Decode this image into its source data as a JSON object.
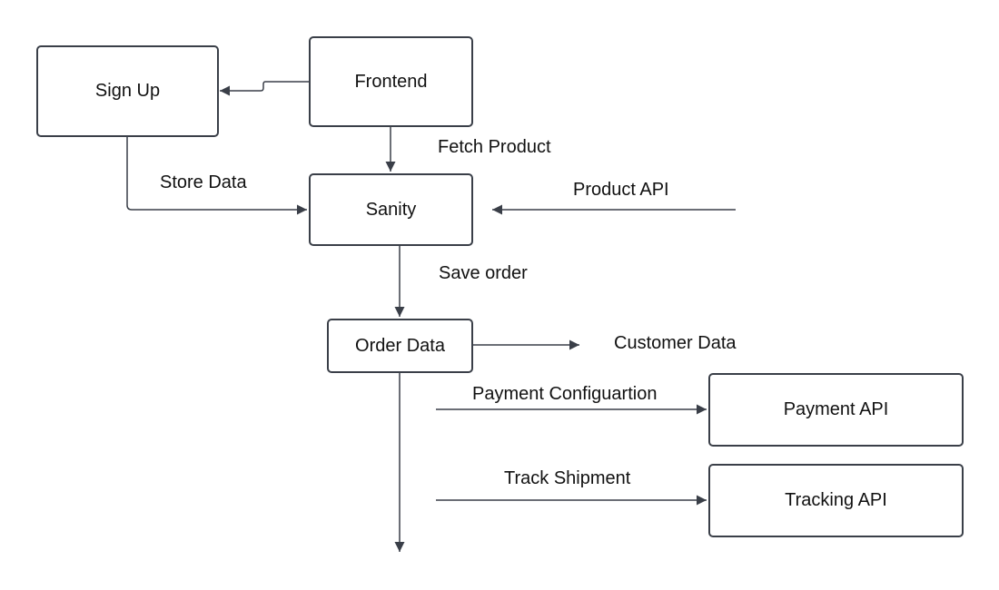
{
  "nodes": {
    "frontend": "Frontend",
    "sign_up": "Sign Up",
    "sanity": "Sanity",
    "order_data": "Order Data",
    "payment_api": "Payment API",
    "tracking_api": "Tracking API"
  },
  "edge_labels": {
    "fetch_product": "Fetch Product",
    "store_data": "Store Data",
    "product_api": "Product API",
    "save_order": "Save order",
    "customer_data": "Customer Data",
    "payment_configuration": "Payment Configuartion",
    "track_shipment": "Track Shipment"
  },
  "colors": {
    "line": "#3a3f48",
    "text": "#111111",
    "background": "#ffffff"
  }
}
